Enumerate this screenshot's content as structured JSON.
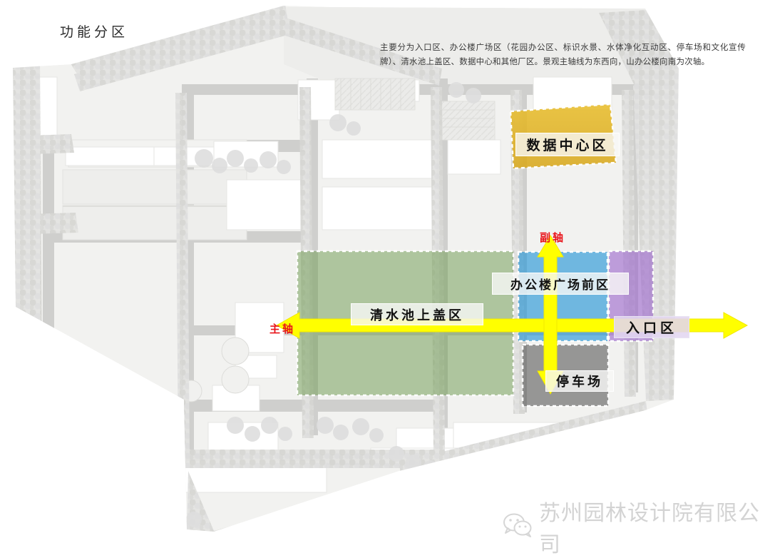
{
  "page": {
    "title": "功能分区",
    "description": "主要分为入口区、办公楼广场区（花园办公区、标识水景、水体净化互动区、停车场和文化宣传牌）、清水池上盖区、数据中心和其他厂区。景观主轴线为东西向，山办公楼向南为次轴。"
  },
  "zones": [
    {
      "id": "data-center",
      "label": "数据中心区",
      "color": "#e3b324"
    },
    {
      "id": "office-plaza",
      "label": "办公楼广场前区",
      "color": "#2f9fd8"
    },
    {
      "id": "pool-cover",
      "label": "清水池上盖区",
      "color": "#7aa960"
    },
    {
      "id": "entrance",
      "label": "入口区",
      "color": "#9b6fc4"
    },
    {
      "id": "parking",
      "label": "停车场",
      "color": "#6e6e6e"
    }
  ],
  "axes": [
    {
      "id": "main-axis",
      "label": "主轴",
      "orientation": "east-west",
      "color": "#ffff00",
      "text_color": "#e8131a"
    },
    {
      "id": "sub-axis",
      "label": "副轴",
      "orientation": "north-south",
      "color": "#ffff00",
      "text_color": "#e8131a"
    }
  ],
  "watermark": {
    "text": "苏州园林设计院有限公司",
    "icon": "wechat-icon"
  },
  "palette": {
    "background": "#ffffff",
    "site_light": "#f0f0ee",
    "site_mid": "#e2e2e0",
    "road": "#c9c9c7",
    "building": "#ffffff",
    "tree": "#dcdcda",
    "accent_red": "#e8131a",
    "accent_yellow": "#ffff00"
  }
}
